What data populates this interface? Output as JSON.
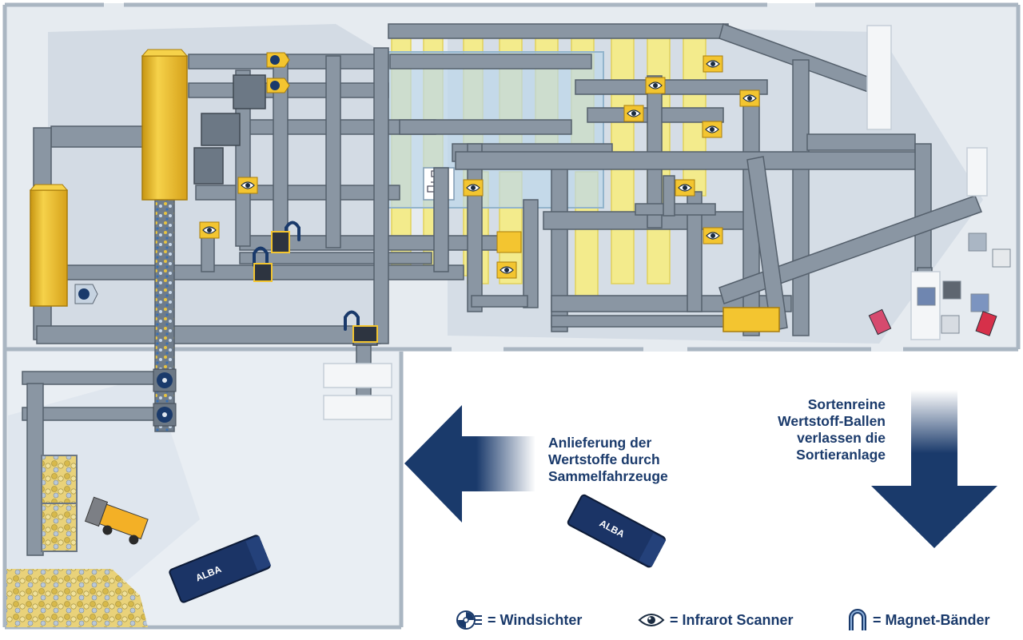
{
  "labels": {
    "delivery": [
      "Anlieferung der",
      "Wertstoffe durch",
      "Sammelfahrzeuge"
    ],
    "bales": [
      "Sortenreine",
      "Wertstoff-Ballen",
      "verlassen die",
      "Sortieranlage"
    ]
  },
  "truck_brand": "ALBA",
  "legend": [
    {
      "icon": "windsichter-icon",
      "label": "= Windsichter"
    },
    {
      "icon": "infrared-scanner-icon",
      "label": "= Infrarot Scanner"
    },
    {
      "icon": "magnet-icon",
      "label": "= Magnet-Bänder"
    }
  ],
  "colors": {
    "conveyor": "#8a96a3",
    "conveyor_dark": "#5d6874",
    "drum": "#f3c530",
    "drum_dark": "#c79512",
    "navy": "#1a3a6b",
    "floor": "#d8e0e8",
    "yellow_bay": "#f3eb8c",
    "control_room": "#bcd7ea"
  }
}
